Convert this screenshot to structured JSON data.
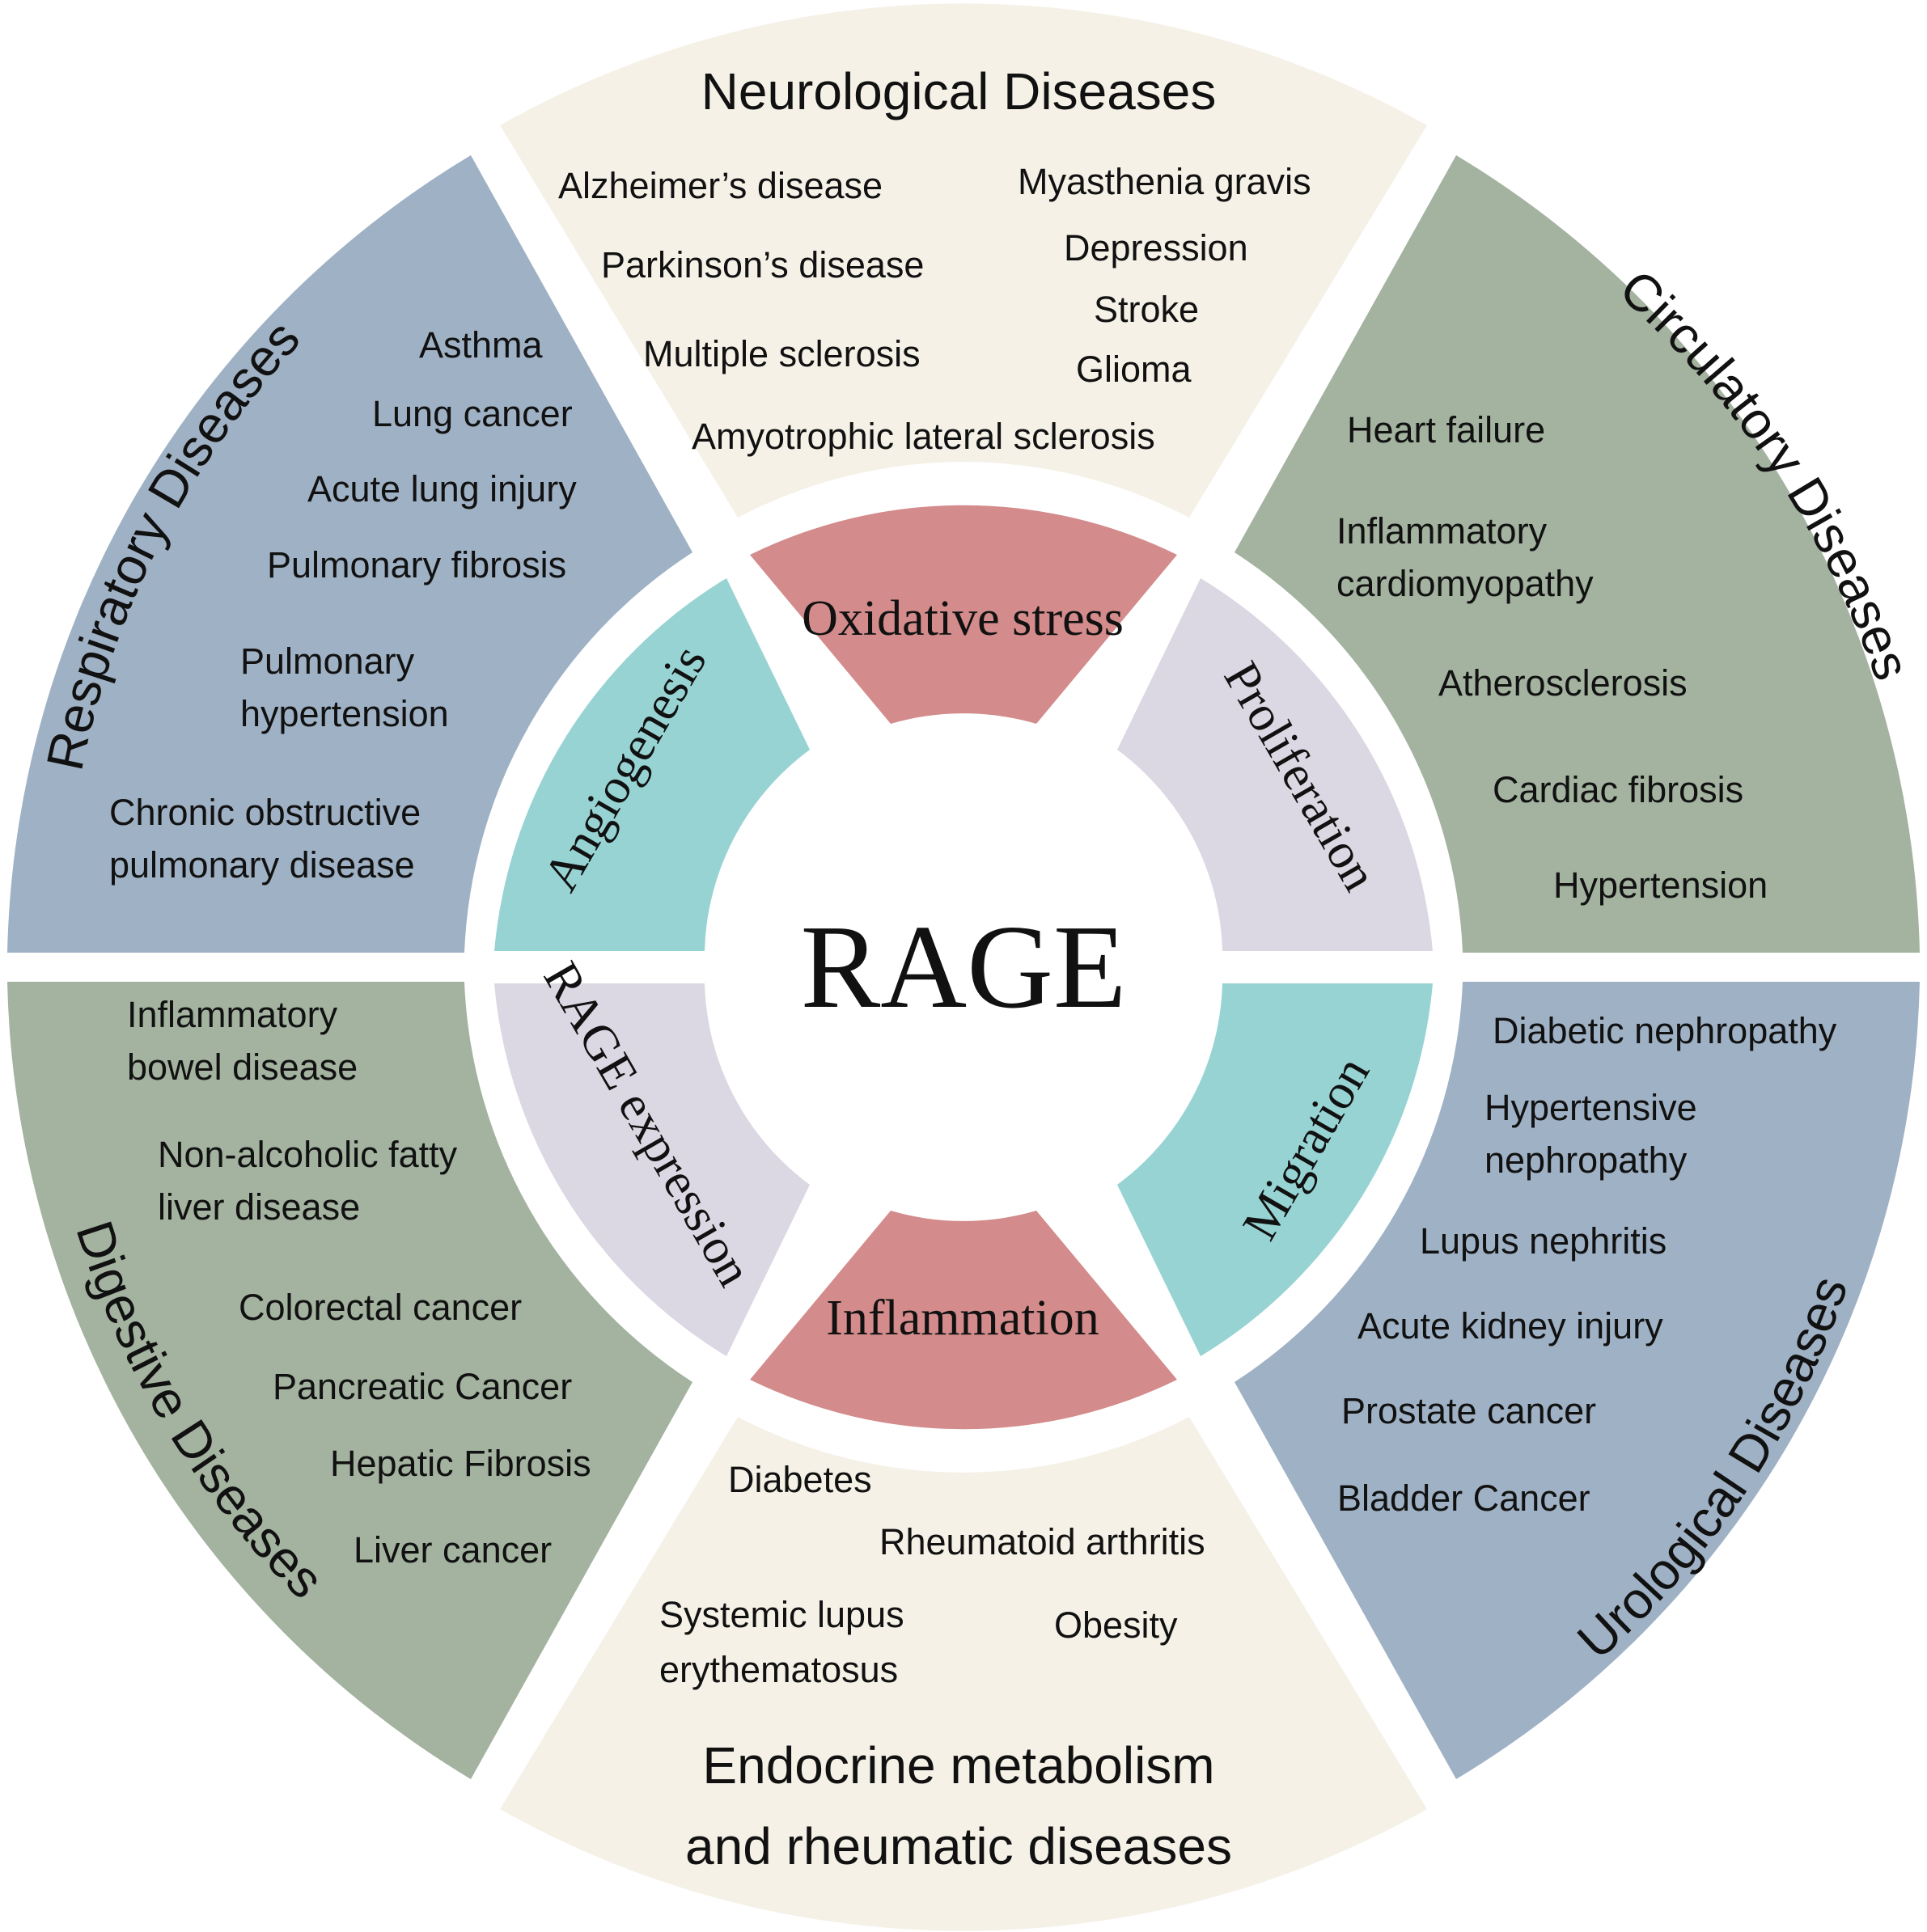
{
  "center": {
    "label": "RAGE",
    "color": "#ffffff"
  },
  "mechanisms": [
    {
      "id": "oxidative",
      "label": "Oxidative stress",
      "color": "#d38b8b"
    },
    {
      "id": "proliferation",
      "label": "Proliferation",
      "color": "#dcd8e3"
    },
    {
      "id": "migration",
      "label": "Migration",
      "color": "#98d3d3"
    },
    {
      "id": "inflammation",
      "label": "Inflammation",
      "color": "#d38b8b"
    },
    {
      "id": "rage-expression",
      "label": "RAGE expression",
      "color": "#dcd8e3"
    },
    {
      "id": "angiogenesis",
      "label": "Angiogenesis",
      "color": "#98d3d3"
    }
  ],
  "categories": [
    {
      "id": "neurological",
      "title": "Neurological Diseases",
      "color": "#f5f1e7",
      "items": [
        "Alzheimer’s disease",
        "Myasthenia gravis",
        "Parkinson’s disease",
        "Depression",
        "Stroke",
        "Multiple sclerosis",
        "Glioma",
        "Amyotrophic lateral sclerosis"
      ]
    },
    {
      "id": "circulatory",
      "title": "Circulatory Diseases",
      "color": "#a3b3a0",
      "items": [
        "Heart failure",
        "Inflammatory",
        "cardiomyopathy",
        "Atherosclerosis",
        "Cardiac fibrosis",
        "Hypertension"
      ]
    },
    {
      "id": "urological",
      "title": "Urological Diseases",
      "color": "#9fb1c4",
      "items": [
        "Diabetic nephropathy",
        "Hypertensive",
        "nephropathy",
        "Lupus nephritis",
        "Acute kidney injury",
        "Prostate cancer",
        "Bladder Cancer"
      ]
    },
    {
      "id": "endocrine",
      "title_lines": [
        "Endocrine metabolism",
        "and rheumatic diseases"
      ],
      "color": "#f5f1e7",
      "items": [
        "Diabetes",
        "Rheumatoid arthritis",
        "Systemic lupus",
        "erythematosus",
        "Obesity"
      ]
    },
    {
      "id": "digestive",
      "title": "Digestive Diseases",
      "color": "#a3b3a0",
      "items": [
        "Inflammatory",
        "bowel disease",
        "Non-alcoholic fatty",
        "liver disease",
        "Colorectal cancer",
        "Pancreatic Cancer",
        "Hepatic Fibrosis",
        "Liver cancer"
      ]
    },
    {
      "id": "respiratory",
      "title": "Respiratory Diseases",
      "color": "#9fb1c4",
      "items": [
        "Asthma",
        "Lung cancer",
        "Acute lung injury",
        "Pulmonary fibrosis",
        "Pulmonary",
        "hypertension",
        "Chronic obstructive",
        "pulmonary disease"
      ]
    }
  ]
}
